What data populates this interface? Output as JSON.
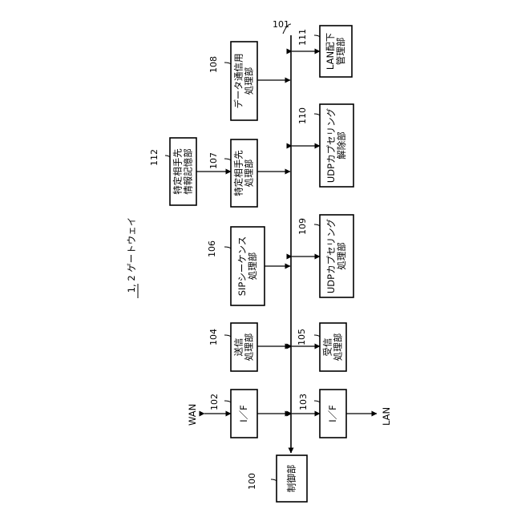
{
  "diagram": {
    "title": "1, 2 ゲートウェイ",
    "bus_ref": "101",
    "blocks": {
      "control": {
        "ref": "100",
        "lines": [
          "制御部"
        ]
      },
      "if_wan": {
        "ref": "102",
        "lines": [
          "I／F"
        ]
      },
      "if_lan": {
        "ref": "103",
        "lines": [
          "I／F"
        ]
      },
      "send": {
        "ref": "104",
        "lines": [
          "送信",
          "処理部"
        ]
      },
      "receive": {
        "ref": "105",
        "lines": [
          "受信",
          "処理部"
        ]
      },
      "sip": {
        "ref": "106",
        "lines": [
          "SIPシーケンス",
          "処理部"
        ]
      },
      "specific": {
        "ref": "107",
        "lines": [
          "特定相手先",
          "処理部"
        ]
      },
      "datacomm": {
        "ref": "108",
        "lines": [
          "データ通信用",
          "処理部"
        ]
      },
      "udp_encap": {
        "ref": "109",
        "lines": [
          "UDPカプセリング",
          "処理部"
        ]
      },
      "udp_decap": {
        "ref": "110",
        "lines": [
          "UDPカプセリング",
          "解除部"
        ]
      },
      "lan_sub": {
        "ref": "111",
        "lines": [
          "LAN配下",
          "管理部"
        ]
      },
      "storage": {
        "ref": "112",
        "lines": [
          "特定相手先",
          "情報記憶部"
        ]
      }
    },
    "wan_label": "WAN",
    "lan_label": "LAN"
  }
}
